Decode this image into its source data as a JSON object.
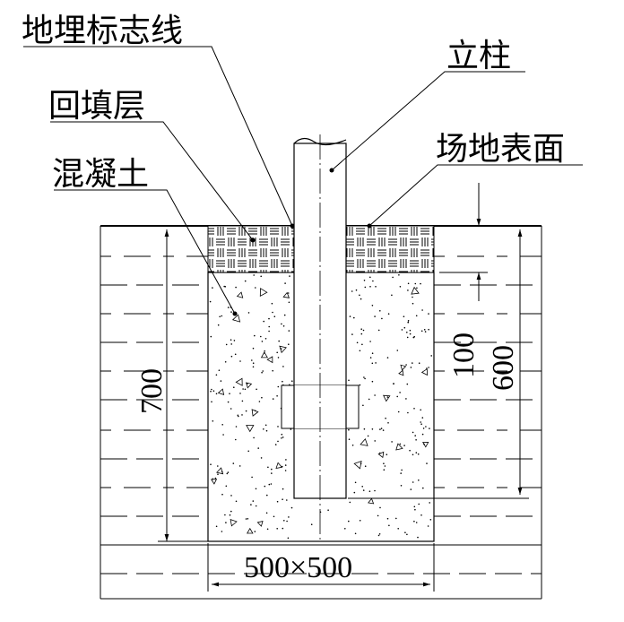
{
  "labels": {
    "marker_line": "地埋标志线",
    "post": "立柱",
    "backfill": "回填层",
    "ground_surface": "场地表面",
    "concrete": "混凝土"
  },
  "dimensions": {
    "depth_total": "700",
    "depth_backfill": "100",
    "depth_post": "600",
    "footing_size": "500×500"
  },
  "colors": {
    "line": "#000000",
    "background": "#ffffff"
  }
}
